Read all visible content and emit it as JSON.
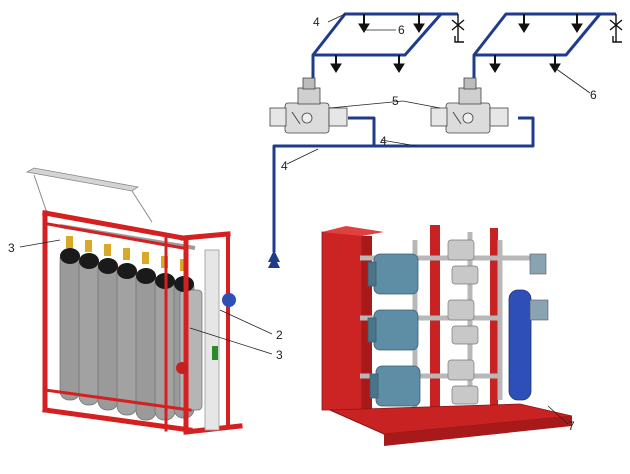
{
  "callouts": {
    "network_top_left": "4",
    "nozzle_left": "6",
    "valve": "5",
    "network_mid": "4",
    "network_riser": "4",
    "nozzle_right": "6",
    "frame_label": "3",
    "manifold_pipe": "2",
    "cylinder_bank": "3",
    "pump_skid": "7"
  },
  "colors": {
    "pipe": "#1f3c8c",
    "frame": "#d42020",
    "cylinder": "#9a9a9a",
    "motor": "#5e8ea6",
    "steel": "#c4c4c4",
    "filter": "#2f4fb8",
    "brass": "#d9a826"
  }
}
